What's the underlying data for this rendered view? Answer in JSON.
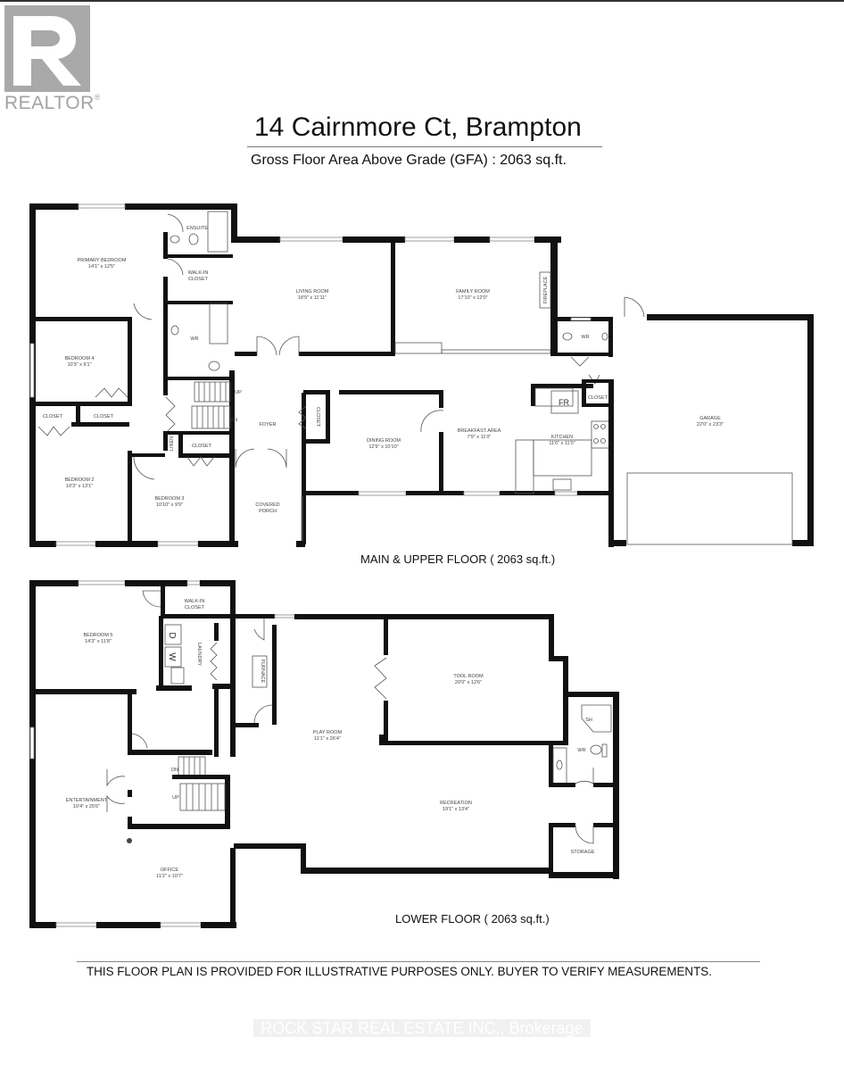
{
  "logo": {
    "text": "REALTOR",
    "mark": "®",
    "icon": "realtor-r-icon",
    "color": "#a9a9a9"
  },
  "header": {
    "title": "14 Cairnmore Ct, Brampton",
    "subtitle": "Gross Floor Area Above Grade  (GFA) : 2063 sq.ft."
  },
  "main_floor": {
    "label": "MAIN & UPPER FLOOR ( 2063 sq.ft.)",
    "rooms": [
      {
        "name": "PRIMARY BEDROOM",
        "size": "14'1\" x 12'5\""
      },
      {
        "name": "ENSUITE",
        "size": ""
      },
      {
        "name": "WALK-IN",
        "size": "CLOSET"
      },
      {
        "name": "WR",
        "size": ""
      },
      {
        "name": "BEDROOM 4",
        "size": "10'3\" x 9'1\""
      },
      {
        "name": "CLOSET",
        "size": ""
      },
      {
        "name": "CLOSET",
        "size": ""
      },
      {
        "name": "BEDROOM 2",
        "size": "10'3\" x 13'1\""
      },
      {
        "name": "LINEN",
        "size": ""
      },
      {
        "name": "CLOSET",
        "size": ""
      },
      {
        "name": "BEDROOM 3",
        "size": "10'10\" x 9'9\""
      },
      {
        "name": "UP",
        "size": ""
      },
      {
        "name": "DN",
        "size": ""
      },
      {
        "name": "FOYER",
        "size": ""
      },
      {
        "name": "COVERED",
        "size": "PORCH"
      },
      {
        "name": "LIVING ROOM",
        "size": "18'9\" x 11'11\""
      },
      {
        "name": "FAMILY ROOM",
        "size": "17'10\" x 12'0\""
      },
      {
        "name": "FIREPLACE",
        "size": ""
      },
      {
        "name": "CLOSET",
        "size": ""
      },
      {
        "name": "DINING ROOM",
        "size": "12'9\" x 10'10\""
      },
      {
        "name": "BREAKFAST AREA",
        "size": "7'9\" x 11'0\""
      },
      {
        "name": "KITCHEN",
        "size": "11'6\" x 11'0\""
      },
      {
        "name": "FR",
        "size": ""
      },
      {
        "name": "WR",
        "size": ""
      },
      {
        "name": "CLOSET",
        "size": ""
      },
      {
        "name": "GARAGE",
        "size": "22'0\" x 23'3\""
      }
    ]
  },
  "lower_floor": {
    "label": "LOWER FLOOR ( 2063 sq.ft.)",
    "rooms": [
      {
        "name": "BEDROOM 5",
        "size": "14'3\" x 11'8\""
      },
      {
        "name": "WALK-IN",
        "size": "CLOSET"
      },
      {
        "name": "LAUNDRY",
        "size": ""
      },
      {
        "name": "D",
        "size": ""
      },
      {
        "name": "W",
        "size": ""
      },
      {
        "name": "FURNACE",
        "size": ""
      },
      {
        "name": "PLAY ROOM",
        "size": "11'1\" x 26'4\""
      },
      {
        "name": "TOOL ROOM",
        "size": "20'0\" x 12'6\""
      },
      {
        "name": "SH",
        "size": ""
      },
      {
        "name": "WR",
        "size": ""
      },
      {
        "name": "ENTERTAINMENT",
        "size": "10'4\" x 25'6\""
      },
      {
        "name": "DN",
        "size": ""
      },
      {
        "name": "UP",
        "size": ""
      },
      {
        "name": "RECREATION",
        "size": "19'1\" x 13'4\""
      },
      {
        "name": "STORAGE",
        "size": ""
      },
      {
        "name": "OFFICE",
        "size": "11'2\" x 10'7\""
      }
    ]
  },
  "footer": {
    "disclaimer": "THIS FLOOR PLAN IS PROVIDED FOR ILLUSTRATIVE PURPOSES ONLY. BUYER TO VERIFY MEASUREMENTS.",
    "brokerage": "ROCK STAR REAL ESTATE INC., Brokerage"
  }
}
